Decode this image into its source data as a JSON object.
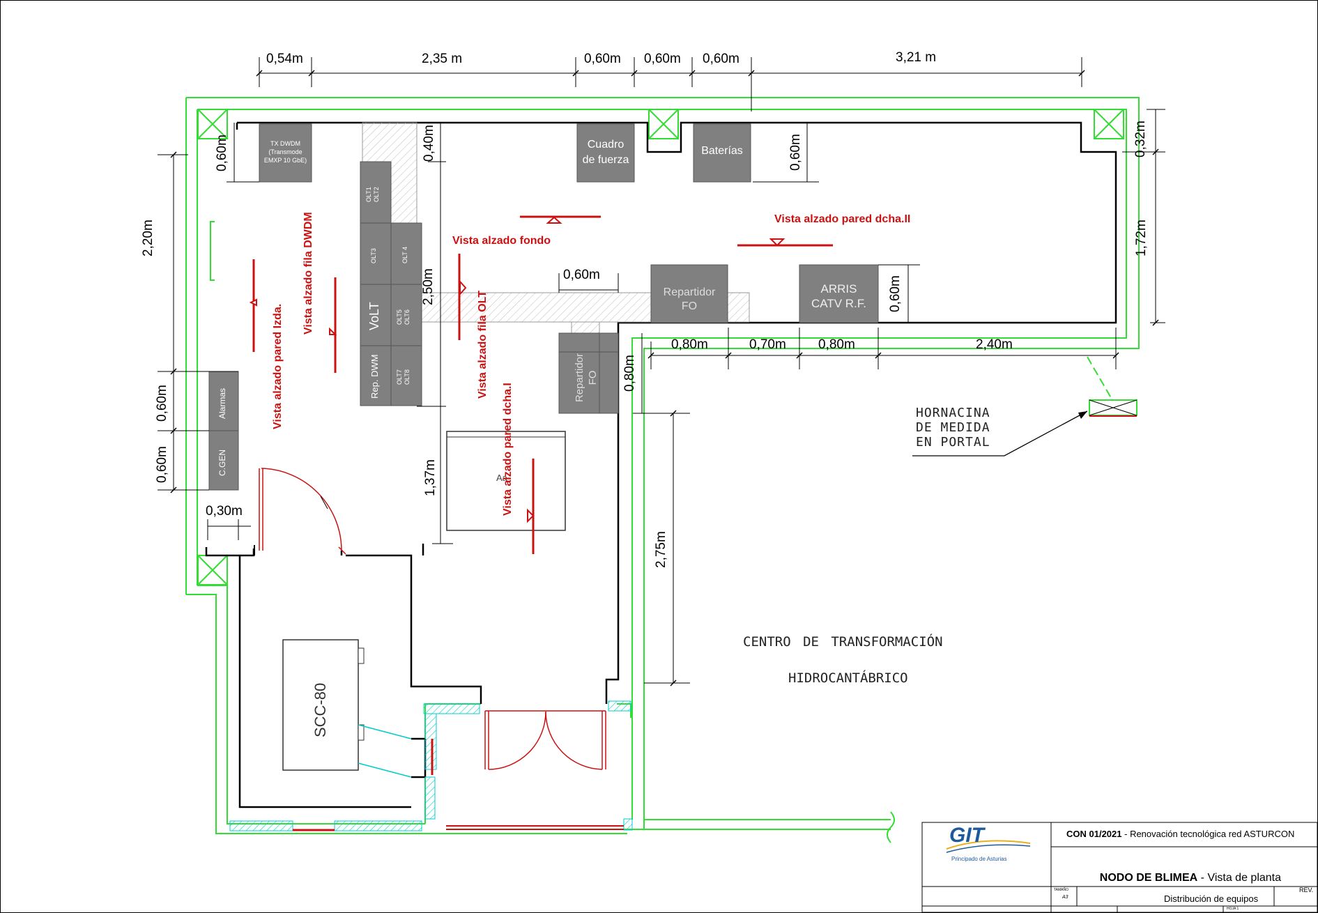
{
  "dimensions": {
    "top": [
      "0,54m",
      "2,35 m",
      "0,60m",
      "0,60m",
      "0,60m",
      "3,21 m"
    ],
    "left_220": "2,20m",
    "left_060a": "0,60m",
    "left_060b": "0,60m",
    "left_060c": "0,60m",
    "left_030": "0,30m",
    "mid_040": "0,40m",
    "mid_250": "2,50m",
    "mid_137": "1,37m",
    "mid_060_top": "0,60m",
    "cuadro_060": "0,60m",
    "right_032": "0,32m",
    "right_172": "1,72m",
    "arris_060": "0,60m",
    "row_080a": "0,80m",
    "row_070": "0,70m",
    "row_080b": "0,80m",
    "row_240": "2,40m",
    "rep_080": "0,80m",
    "right_275": "2,75m"
  },
  "equipment": {
    "tx_dwdm_1": "TX DWDM",
    "tx_dwdm_2": "(Transmode",
    "tx_dwdm_3": "EMXP 10 GbE)",
    "olt1": "OLT1",
    "olt2": "OLT2",
    "olt3": "OLT3",
    "olt4": "OLT 4",
    "volt": "VoLT",
    "olt5": "OLT5",
    "olt6": "OLT6",
    "rep_dwm": "Rep. DWM",
    "olt7": "OLT7",
    "olt8": "OLT8",
    "cuadro_1": "Cuadro",
    "cuadro_2": "de fuerza",
    "baterias": "Baterías",
    "repartidor_1": "Repartidor",
    "repartidor_2": "FO",
    "arris_1": "ARRIS",
    "arris_2": "CATV R.F.",
    "repartidor_v1": "Repartidor",
    "repartidor_v2": "FO",
    "alarmas": "Alarmas",
    "cgen": "C.GEN",
    "aa": "Aa",
    "scc": "SCC-80"
  },
  "views": {
    "dwdm": "Vista alzado fila DWDM",
    "izda": "Vista alzado pared Izda.",
    "fondo": "Vista alzado fondo",
    "olt": "Vista alzado fila OLT",
    "dcha_i": "Vista alzado pared dcha.I",
    "dcha_ii": "Vista alzado pared dcha.II"
  },
  "labels": {
    "hornacina_1": "HORNACINA",
    "hornacina_2": "DE MEDIDA",
    "hornacina_3": "EN PORTAL",
    "centro_1": "CENTRO DE TRANSFORMACIÓN",
    "centro_2": "HIDROCANTÁBRICO"
  },
  "title_block": {
    "logo": "GIT",
    "logo_sub": "Principado de Asturias",
    "project_code": "CON 01/2021",
    "project_sep": " - ",
    "project_desc": "Renovación tecnológica red ASTURCON",
    "node": "NODO DE BLIMEA",
    "node_sep": " - ",
    "view": "Vista de planta",
    "tamano_label": "TAMAÑO",
    "tamano_value": "A3",
    "sheet_title": "Distribución de equipos",
    "rev_label": "REV.",
    "hoja": "HOJA 1"
  },
  "colors": {
    "wall": "#000000",
    "green": "#33dd33",
    "red": "#cc1111",
    "equipment": "#808080",
    "cyan": "#00cccc",
    "logo_blue": "#1c5a9c",
    "logo_gold": "#e8b020"
  }
}
